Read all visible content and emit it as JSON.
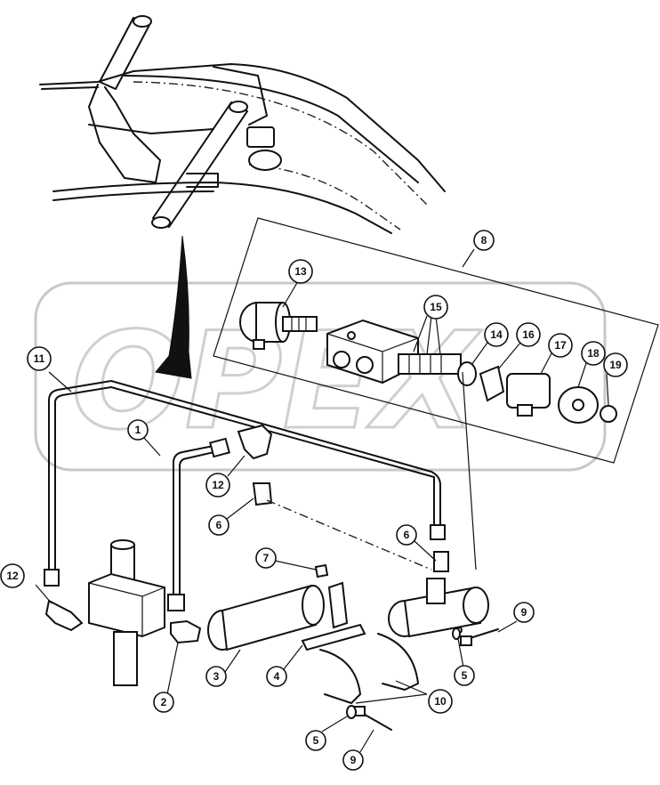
{
  "watermark": {
    "text": "OPEX"
  },
  "callouts": [
    {
      "id": "c1",
      "label": "1"
    },
    {
      "id": "c2",
      "label": "2"
    },
    {
      "id": "c3",
      "label": "3"
    },
    {
      "id": "c4",
      "label": "4"
    },
    {
      "id": "c5a",
      "label": "5"
    },
    {
      "id": "c5b",
      "label": "5"
    },
    {
      "id": "c6a",
      "label": "6"
    },
    {
      "id": "c6b",
      "label": "6"
    },
    {
      "id": "c7",
      "label": "7"
    },
    {
      "id": "c8",
      "label": "8"
    },
    {
      "id": "c9a",
      "label": "9"
    },
    {
      "id": "c9b",
      "label": "9"
    },
    {
      "id": "c10",
      "label": "10"
    },
    {
      "id": "c11",
      "label": "11"
    },
    {
      "id": "c12a",
      "label": "12"
    },
    {
      "id": "c12b",
      "label": "12"
    },
    {
      "id": "c13",
      "label": "13"
    },
    {
      "id": "c14",
      "label": "14"
    },
    {
      "id": "c15",
      "label": "15"
    },
    {
      "id": "c16",
      "label": "16"
    },
    {
      "id": "c17",
      "label": "17"
    },
    {
      "id": "c18",
      "label": "18"
    },
    {
      "id": "c19",
      "label": "19"
    }
  ]
}
